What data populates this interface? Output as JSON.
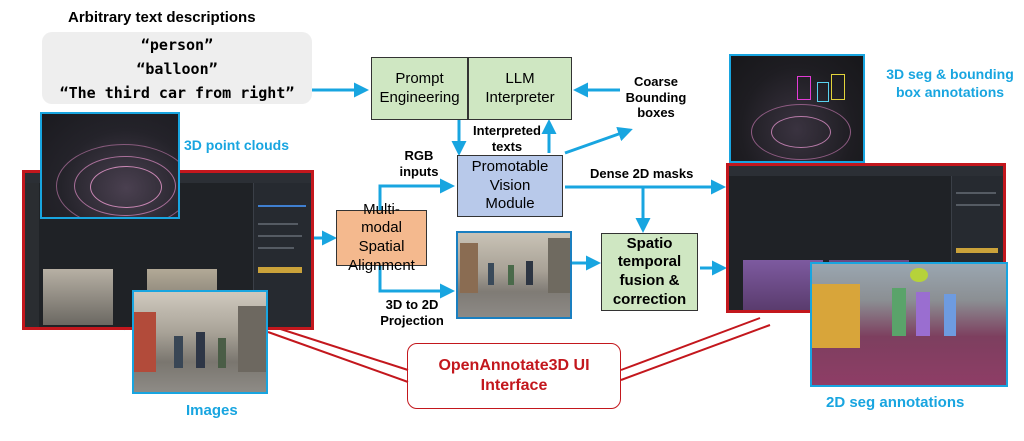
{
  "text_desc": {
    "heading": "Arbitrary text descriptions",
    "lines": [
      "“person”",
      "“balloon”",
      "“The third car from right”"
    ]
  },
  "boxes": {
    "prompt": "Prompt Engineering",
    "llm": "LLM Interpreter",
    "vision": "Promotable Vision Module",
    "multimodal": "Multi-modal Spatial Alignment",
    "fusion": "Spatio temporal fusion & correction",
    "ui_interface": "OpenAnnotate3D UI Interface"
  },
  "labels": {
    "coarse": "Coarse Bounding boxes",
    "interpreted": "Interpreted texts",
    "rgb": "RGB inputs",
    "dense": "Dense 2D masks",
    "projection": "3D to 2D Projection"
  },
  "captions": {
    "point_clouds": "3D point clouds",
    "images": "Images",
    "seg3d": "3D seg & bounding box annotations",
    "seg2d": "2D seg annotations"
  },
  "colors": {
    "arrow_blue": "#18a5e0",
    "ui_red": "#c3171d",
    "green_box": "#cfe7c2",
    "blue_box": "#b8c9ea",
    "orange_box": "#f4b98e"
  }
}
